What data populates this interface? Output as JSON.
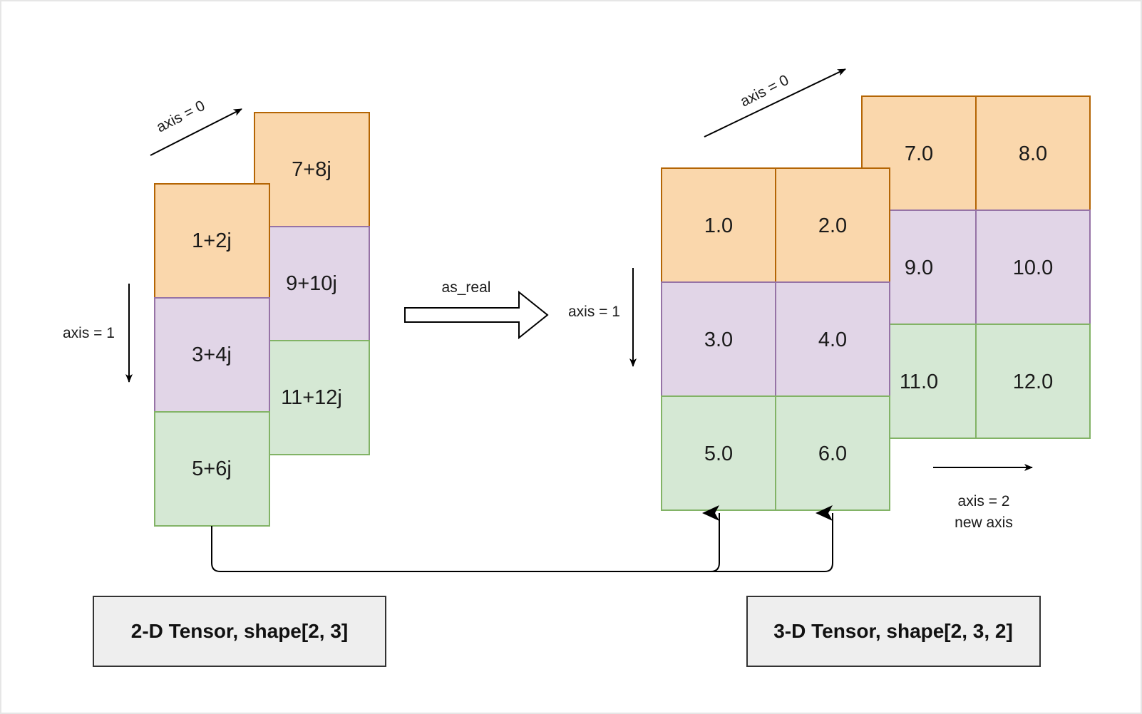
{
  "colors": {
    "orange_fill": "#fad7ac",
    "orange_stroke": "#b46504",
    "purple_fill": "#e1d5e7",
    "purple_stroke": "#9673a6",
    "green_fill": "#d5e8d4",
    "green_stroke": "#82b366",
    "caption_fill": "#eeeeee",
    "caption_stroke": "#333333",
    "line": "#000000"
  },
  "left_tensor": {
    "back_column": [
      "7+8j",
      "9+10j",
      "11+12j"
    ],
    "front_column": [
      "1+2j",
      "3+4j",
      "5+6j"
    ],
    "axis0_label": "axis = 0",
    "axis1_label": "axis = 1",
    "caption": "2-D Tensor, shape[2, 3]"
  },
  "operation": {
    "label": "as_real"
  },
  "right_tensor": {
    "back_rows": [
      [
        "7.0",
        "8.0"
      ],
      [
        "9.0",
        "10.0"
      ],
      [
        "11.0",
        "12.0"
      ]
    ],
    "front_rows": [
      [
        "1.0",
        "2.0"
      ],
      [
        "3.0",
        "4.0"
      ],
      [
        "5.0",
        "6.0"
      ]
    ],
    "axis0_label": "axis = 0",
    "axis1_label": "axis = 1",
    "axis2_label_line1": "axis = 2",
    "axis2_label_line2": "new axis",
    "caption": "3-D Tensor, shape[2, 3, 2]"
  }
}
